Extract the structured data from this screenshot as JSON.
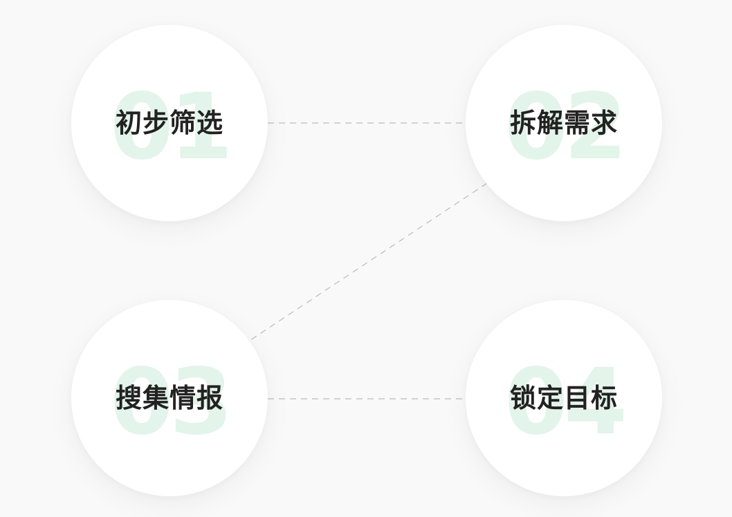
{
  "steps": [
    {
      "number": "01",
      "label": "初步筛选"
    },
    {
      "number": "02",
      "label": "拆解需求"
    },
    {
      "number": "03",
      "label": "搜集情报"
    },
    {
      "number": "04",
      "label": "锁定目标"
    }
  ],
  "colors": {
    "background": "#f9f9f9",
    "circle": "#ffffff",
    "number_watermark": "#e3f4ea",
    "label_text": "#222222",
    "connector": "#bbbbbb"
  }
}
